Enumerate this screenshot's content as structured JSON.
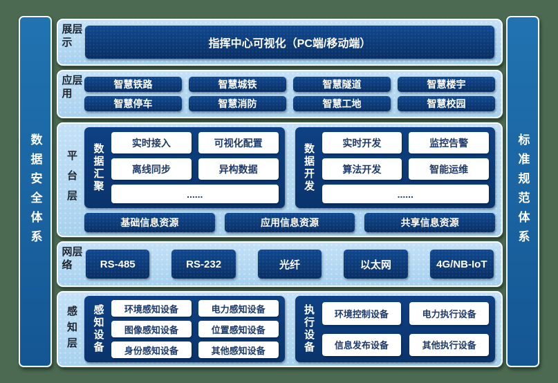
{
  "colors": {
    "background_green": "#4c6a51",
    "panel_light_blue": "#b7d9f3",
    "dark_blue": "#0c3a74",
    "sidebar_blue": "#1b629c",
    "button_text_white": "#ffffff",
    "white_button_text": "#1d3a69"
  },
  "sidebar_left": {
    "label": "数据安全体系"
  },
  "sidebar_right": {
    "label": "标准规范体系"
  },
  "display_layer": {
    "label": "展示层",
    "button": "指挥中心可视化（PC端/移动端）"
  },
  "app_layer": {
    "label": "应用层",
    "buttons": [
      "智慧铁路",
      "智慧城铁",
      "智慧隧道",
      "智慧楼宇",
      "智慧停车",
      "智慧消防",
      "智慧工地",
      "智慧校园"
    ]
  },
  "platform_layer": {
    "label": "平台层",
    "data_agg": {
      "title": "数据汇聚",
      "buttons": [
        "实时接入",
        "可视化配置",
        "离线同步",
        "异构数据",
        "......"
      ]
    },
    "data_dev": {
      "title": "数据开发",
      "buttons": [
        "实时开发",
        "监控告警",
        "算法开发",
        "智能运维",
        "......"
      ]
    },
    "resources": [
      "基础信息资源",
      "应用信息资源",
      "共享信息资源"
    ]
  },
  "network_layer": {
    "label": "网络层",
    "buttons": [
      "RS-485",
      "RS-232",
      "光纤",
      "以太网",
      "4G/NB-IoT"
    ]
  },
  "sense_layer": {
    "label": "感知层",
    "sense_devices": {
      "title": "感知设备",
      "buttons": [
        "环境感知设备",
        "电力感知设备",
        "图像感知设备",
        "位置感知设备",
        "身份感知设备",
        "其他感知设备"
      ]
    },
    "exec_devices": {
      "title": "执行设备",
      "buttons": [
        "环境控制设备",
        "电力执行设备",
        "信息发布设备",
        "其他执行设备"
      ]
    }
  }
}
